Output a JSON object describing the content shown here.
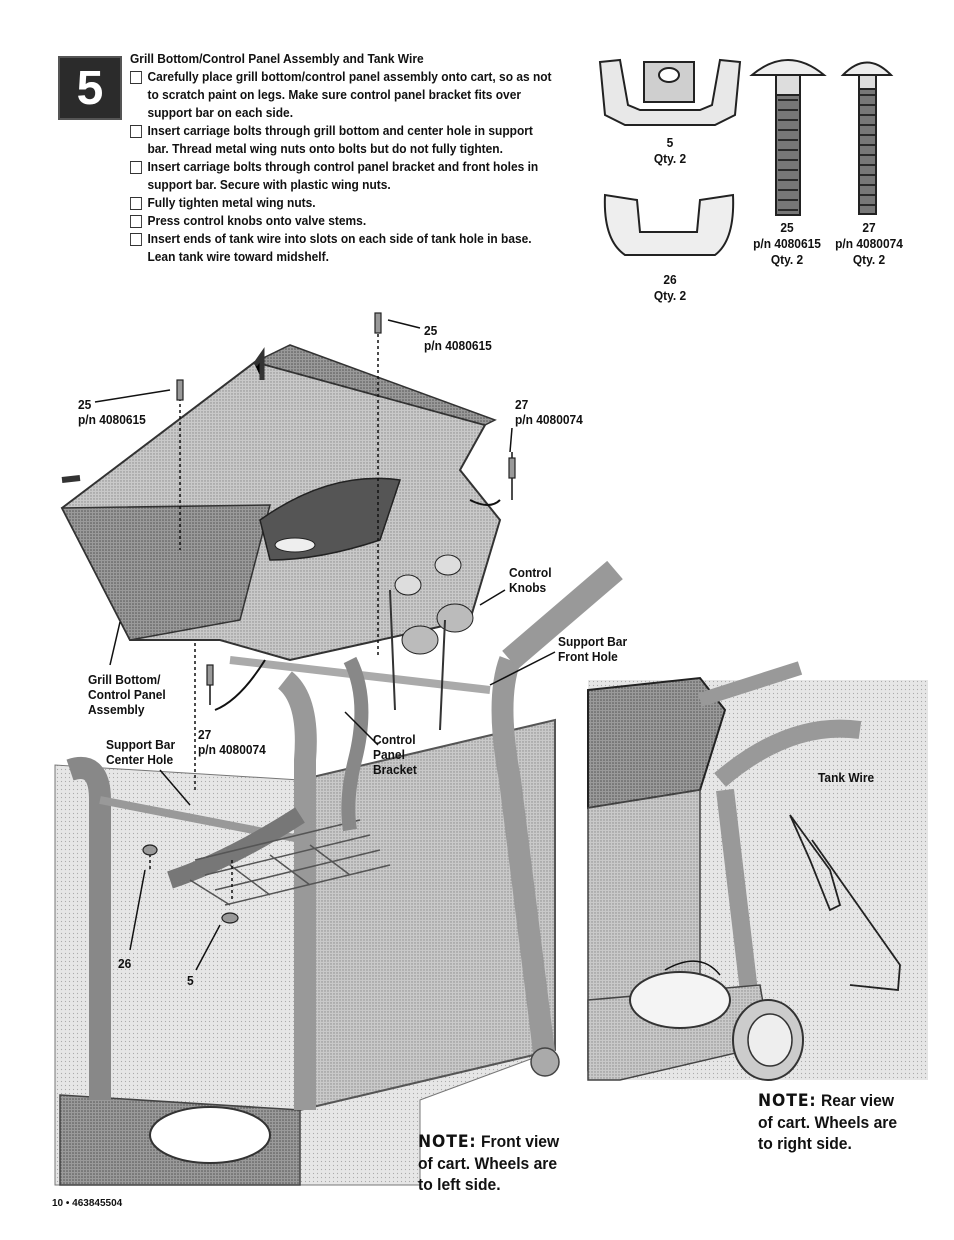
{
  "step": {
    "number": "5"
  },
  "instructions": {
    "title": "Grill Bottom/Control Panel Assembly and Tank Wire",
    "items": [
      "Carefully place grill bottom/control panel assembly onto cart, so as not to scratch paint on legs. Make sure control panel bracket fits over support bar on each side.",
      "Insert carriage bolts through grill bottom and center hole in support bar. Thread metal wing nuts onto bolts but do not fully tighten.",
      "Insert carriage bolts through control panel bracket and front holes in support bar. Secure with plastic wing nuts.",
      "Fully tighten metal wing nuts.",
      "Press control knobs onto valve stems.",
      "Insert ends of tank wire into slots on each side of tank hole in base. Lean tank wire toward midshelf."
    ]
  },
  "parts": {
    "p5": {
      "num": "5",
      "qty": "Qty. 2"
    },
    "p26": {
      "num": "26",
      "qty": "Qty. 2"
    },
    "p25": {
      "num": "25",
      "pn": "p/n 4080615",
      "qty": "Qty. 2"
    },
    "p27": {
      "num": "27",
      "pn": "p/n 4080074",
      "qty": "Qty. 2"
    }
  },
  "diagram_labels": {
    "bolt25_top": {
      "num": "25",
      "pn": "p/n 4080615"
    },
    "bolt25_left": {
      "num": "25",
      "pn": "p/n 4080615"
    },
    "bolt27_right": {
      "num": "27",
      "pn": "p/n 4080074"
    },
    "bolt27_left": {
      "num": "27",
      "pn": "p/n 4080074"
    },
    "control_knobs": [
      "Control",
      "Knobs"
    ],
    "support_bar_front": [
      "Support Bar",
      "Front Hole"
    ],
    "grill_bottom": [
      "Grill Bottom/",
      "Control Panel",
      "Assembly"
    ],
    "support_bar_center": [
      "Support Bar",
      "Center Hole"
    ],
    "control_panel_bracket": [
      "Control",
      "Panel",
      "Bracket"
    ],
    "tank_wire": "Tank Wire",
    "part26": "26",
    "part5": "5"
  },
  "notes": {
    "front": {
      "head": "NOTE:",
      "lines": [
        "Front view",
        "of cart. Wheels are",
        "to left side."
      ]
    },
    "rear": {
      "head": "NOTE:",
      "lines": [
        "Rear view",
        "of cart. Wheels are",
        "to right side."
      ]
    }
  },
  "footer": {
    "text": "10 • 463845504"
  }
}
